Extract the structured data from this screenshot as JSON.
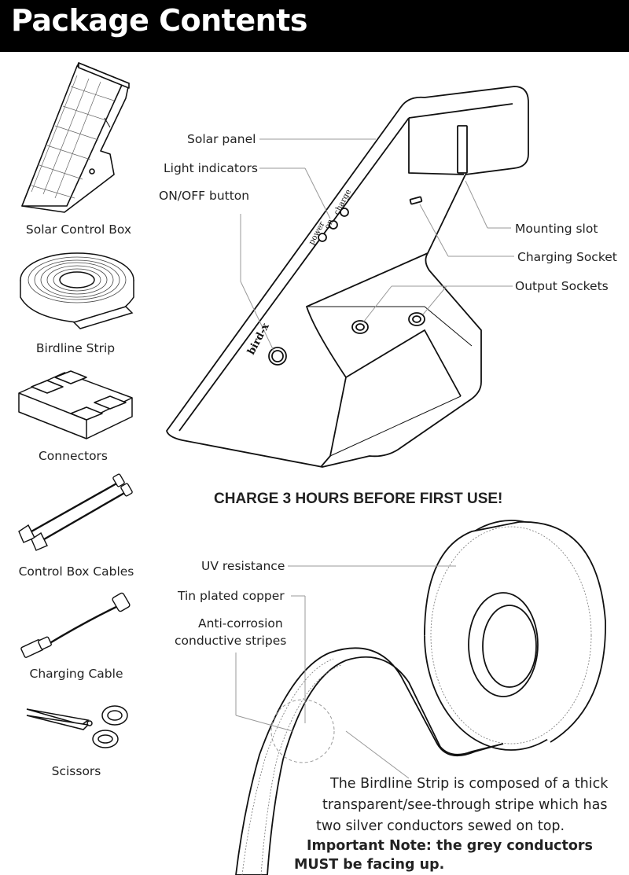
{
  "header": {
    "title": "Package Contents"
  },
  "items": [
    {
      "label": "Solar Control Box"
    },
    {
      "label": "Birdline Strip"
    },
    {
      "label": "Connectors"
    },
    {
      "label": "Control Box Cables"
    },
    {
      "label": "Charging Cable"
    },
    {
      "label": "Scissors"
    }
  ],
  "device": {
    "callouts": [
      {
        "label": "Solar panel"
      },
      {
        "label": "Light indicators"
      },
      {
        "label": "ON/OFF button"
      },
      {
        "label": "Mounting slot"
      },
      {
        "label": "Charging Socket"
      },
      {
        "label": "Output Sockets"
      }
    ],
    "indicator_labels": [
      "power",
      "on",
      "charge"
    ],
    "logo_text": "bird-x"
  },
  "warning": "CHARGE 3 HOURS BEFORE FIRST USE!",
  "strip": {
    "callouts": [
      {
        "label": "UV resistance"
      },
      {
        "label": "Tin plated copper"
      },
      {
        "label": "Anti-corrosion"
      },
      {
        "label": "conductive stripes"
      }
    ]
  },
  "description": {
    "lines": [
      "The Birdline Strip is composed of a thick",
      "transparent/see-through stripe which has",
      "two silver conductors sewed on top."
    ],
    "note_lines": [
      "Important Note: the grey conductors",
      "MUST be facing up."
    ]
  }
}
